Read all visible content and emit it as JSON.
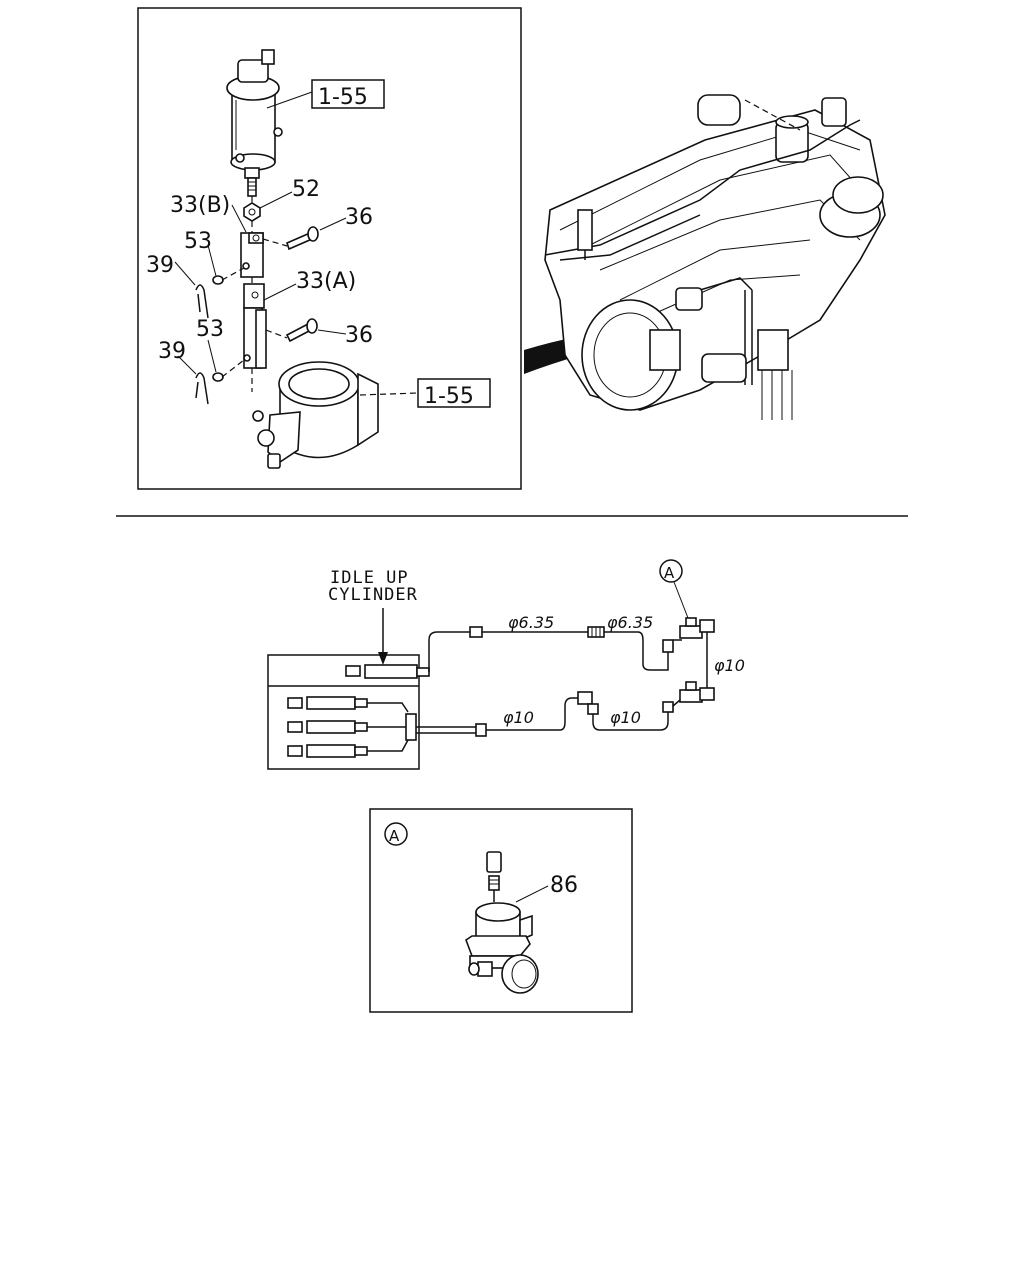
{
  "callouts": {
    "ref_upper": "1-55",
    "ref_lower": "1-55",
    "p52": "52",
    "p33b": "33(B)",
    "p36a": "36",
    "p53a": "53",
    "p39a": "39",
    "p33a": "33(A)",
    "p53b": "53",
    "p36b": "36",
    "p39b": "39"
  },
  "piping": {
    "cylinder_label_1": "IDLE UP",
    "cylinder_label_2": "CYLINDER",
    "d635_left": "φ6.35",
    "d635_right": "φ6.35",
    "d10_right": "φ10",
    "d10_mid": "φ10",
    "d10_low": "φ10",
    "view_marker": "A"
  },
  "detail": {
    "view_marker": "A",
    "p86": "86"
  }
}
